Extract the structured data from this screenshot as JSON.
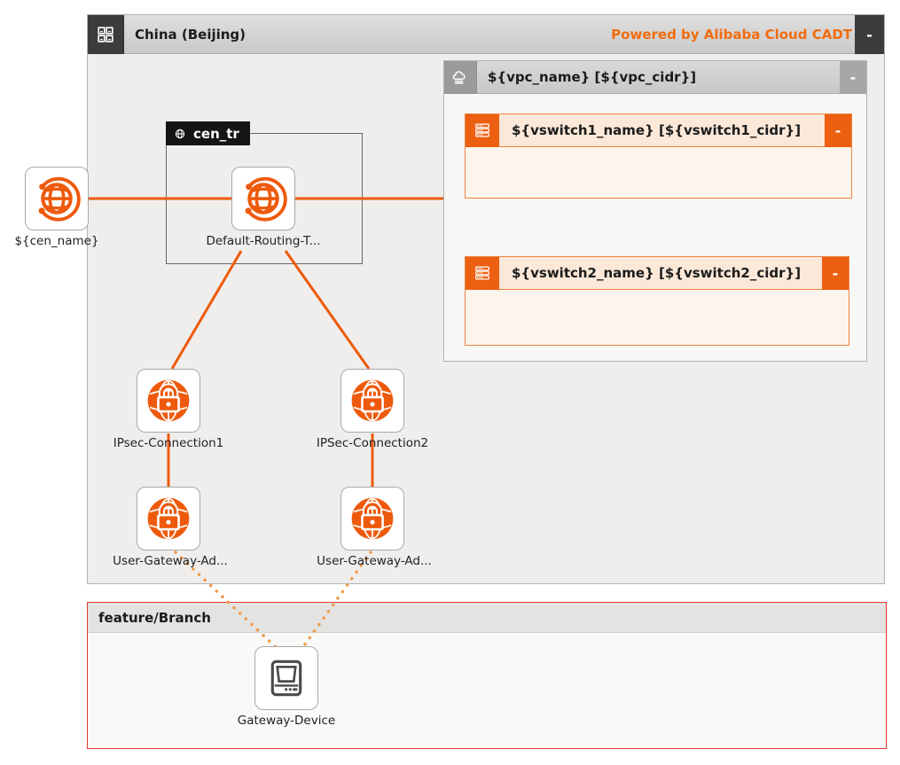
{
  "region": {
    "title": "China (Beijing)",
    "powered_by": "Powered by Alibaba Cloud CADT",
    "collapse_label": "-"
  },
  "vpc": {
    "title": "${vpc_name} [${vpc_cidr}]",
    "collapse_label": "-"
  },
  "vswitch1": {
    "title": "${vswitch1_name} [${vswitch1_cidr}]",
    "collapse_label": "-"
  },
  "vswitch2": {
    "title": "${vswitch2_name} [${vswitch2_cidr}]",
    "collapse_label": "-"
  },
  "cen_tr_group": {
    "label": "cen_tr"
  },
  "branch": {
    "title": "feature/Branch"
  },
  "nodes": {
    "cen": {
      "label": "${cen_name}",
      "icon": "cen-globe-icon"
    },
    "routing": {
      "label": "Default-Routing-T...",
      "icon": "cen-globe-icon"
    },
    "ipsec1": {
      "label": "IPsec-Connection1",
      "icon": "vpn-lock-icon"
    },
    "ipsec2": {
      "label": "IPSec-Connection2",
      "icon": "vpn-lock-icon"
    },
    "ugw1": {
      "label": "User-Gateway-Ad...",
      "icon": "vpn-lock-icon"
    },
    "ugw2": {
      "label": "User-Gateway-Ad...",
      "icon": "vpn-lock-icon"
    },
    "gateway": {
      "label": "Gateway-Device",
      "icon": "gateway-device-icon"
    }
  },
  "colors": {
    "accent": "#ee5a0c",
    "accent-light": "#f19a4a",
    "branch-border": "#e03a2a",
    "header-text": "#1b1b1b",
    "powered-text": "#f26c0d"
  }
}
